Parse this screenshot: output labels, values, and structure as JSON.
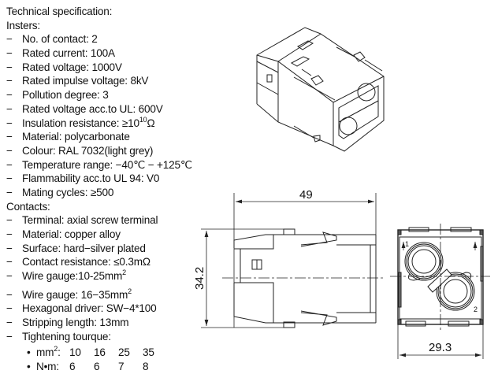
{
  "spec": {
    "title": "Technical specification:",
    "insters_heading": "Insters:",
    "insters": [
      {
        "text": "No. of contact: 2"
      },
      {
        "text": "Rated current: 100A"
      },
      {
        "text": "Rated voltage: 1000V"
      },
      {
        "text": "Rated impulse voltage: 8kV"
      },
      {
        "text": "Pollution degree: 3"
      },
      {
        "text": "Rated voltage acc.to UL: 600V"
      },
      {
        "text": "Insulation resistance: ≥10",
        "sup": "10",
        "after": "Ω"
      },
      {
        "text": "Material: polycarbonate"
      },
      {
        "text": "Colour: RAL 7032(light grey)"
      },
      {
        "text": "Temperature range: −40℃ − +125℃"
      },
      {
        "text": "Flammability acc.to UL 94: V0"
      },
      {
        "text": "Mating cycles: ≥500"
      }
    ],
    "contacts_heading": "Contacts:",
    "contacts": [
      {
        "text": "Terminal: axial screw terminal"
      },
      {
        "text": "Material: copper alloy"
      },
      {
        "text": "Surface: hard−silver plated"
      },
      {
        "text": "Contact resistance: ≤0.3mΩ"
      },
      {
        "text": "Wire gauge:10-25mm",
        "sup": "2"
      },
      {
        "text": "Wire gauge: 16−35mm",
        "sup": "2"
      },
      {
        "text": "Hexagonal driver: SW−4*100"
      },
      {
        "text": "Stripping length: 13mm"
      },
      {
        "text": "Tightening tourque:"
      }
    ],
    "torque": {
      "bullet": "•",
      "mm2_label": "mm",
      "mm2_sup": "2",
      "mm2_suffix": ":",
      "mm2_values": [
        "10",
        "16",
        "25",
        "35"
      ],
      "nm_label": "N•m:",
      "nm_values": [
        "6",
        "6",
        "7",
        "8"
      ]
    }
  },
  "drawing": {
    "length_dim": "49",
    "height_dim": "34.2",
    "width_dim": "29.3",
    "pin1_label": "1",
    "pin2_label": "2"
  }
}
